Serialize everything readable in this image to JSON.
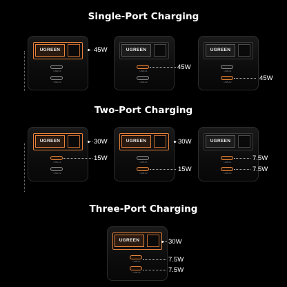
{
  "sections": {
    "single": "Single-Port Charging",
    "two": "Two-Port Charging",
    "three": "Three-Port Charging"
  },
  "brand": "UGREEN",
  "port_labels": {
    "c1": "USB-C1",
    "c2": "USB-C2"
  },
  "single": {
    "w1": "45W",
    "w2": "45W",
    "w3": "45W"
  },
  "two": {
    "g1": {
      "a": "30W",
      "c": "15W"
    },
    "g2": {
      "a": "30W",
      "c": "15W"
    },
    "g3": {
      "c1": "7.5W",
      "c2": "7.5W"
    }
  },
  "three": {
    "a": "30W",
    "c1": "7.5W",
    "c2": "7.5W"
  },
  "colors": {
    "active": "#e8833a",
    "background": "#000000",
    "text": "#ffffff"
  }
}
